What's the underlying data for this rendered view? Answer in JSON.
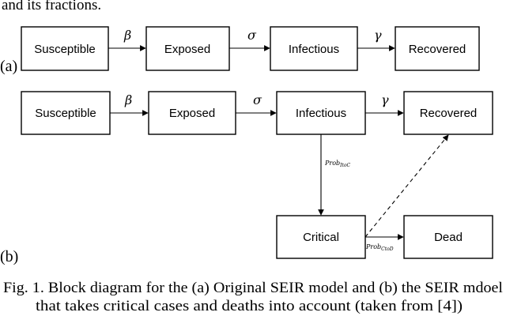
{
  "header_fragment": "and its fractions.",
  "panel_a": {
    "tag": "(a)",
    "boxes": [
      "Susceptible",
      "Exposed",
      "Infectious",
      "Recovered"
    ],
    "rates": [
      "β",
      "σ",
      "γ"
    ]
  },
  "panel_b": {
    "tag": "(b)",
    "boxes": [
      "Susceptible",
      "Exposed",
      "Infectious",
      "Recovered",
      "Critical",
      "Dead"
    ],
    "rates": [
      "β",
      "σ",
      "γ"
    ],
    "prob_itoc": {
      "base": "Prob",
      "sub": "ItoC"
    },
    "prob_ctod": {
      "base": "Prob",
      "sub": "CtoD"
    }
  },
  "caption": {
    "line1": "Fig. 1.   Block diagram for the (a) Original SEIR model and (b) the SEIR mdoel",
    "line2": "that takes critical cases and deaths into account (taken from [4])"
  }
}
